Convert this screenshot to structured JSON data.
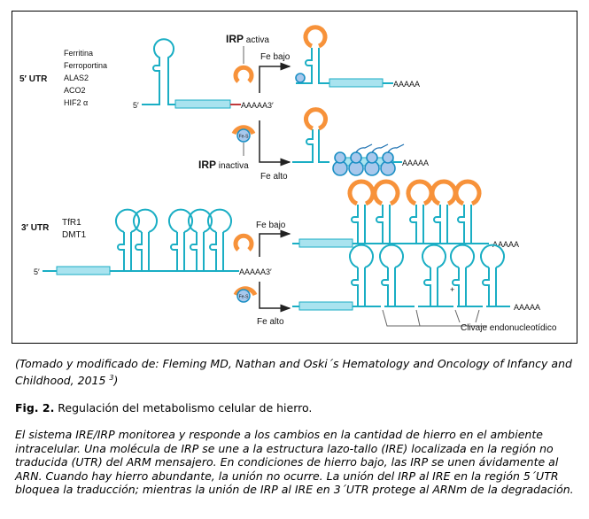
{
  "figure": {
    "five_utr": {
      "label": "5′ UTR",
      "genes": [
        "Ferritina",
        "Ferroportina",
        "ALAS2",
        "ACO2",
        "HIF2 α"
      ],
      "five_prime": "5′",
      "polyA_3": "AAAAA3′",
      "irp_active_bold": "IRP",
      "irp_active_rest": " activa",
      "irp_inactive_bold": "IRP",
      "irp_inactive_rest": " inactiva",
      "fe_low": "Fe bajo",
      "fe_high": "Fe alto",
      "fes": "Fe-S",
      "polyA_low": "AAAAA",
      "polyA_high": "AAAAA"
    },
    "three_utr": {
      "label": "3′ UTR",
      "genes": [
        "TfR1",
        "DMT1"
      ],
      "five_prime": "5′",
      "polyA_3": "AAAAA3′",
      "fe_low": "Fe bajo",
      "fe_high": "Fe alto",
      "fes": "Fe-S",
      "polyA_low": "AAAAA",
      "polyA_high": "AAAAA",
      "cleavage_label": "Clivaje endonucleotídico",
      "cleavage_mark": "+"
    },
    "colors": {
      "rna": "#1aaec4",
      "irp_loop": "#f7923a",
      "coding_region": "#a9e3ef",
      "ribosome": "#a8c8ec"
    }
  },
  "source": "(Tomado y modificado de: Fleming MD, Nathan and Oski´s Hematology and Oncology of Infancy and Childhood, 2015 ",
  "source_sup": "3",
  "source_end": ")",
  "figcap": {
    "number": "Fig. 2.",
    "text": " Regulación del metabolismo celular de hierro."
  },
  "description": "El sistema IRE/IRP monitorea y responde a los cambios en la cantidad de hierro en el ambiente intracelular. Una molécula de IRP se une a la estructura lazo-tallo (IRE) localizada en la región no traducida (UTR) del ARM mensajero. En condiciones de hierro bajo, las IRP se unen ávidamente al ARN. Cuando hay hierro abundante, la unión no ocurre. La unión del IRP al IRE en la región 5´UTR bloquea la traducción; mientras la unión de IRP al IRE en 3´UTR protege al ARNm de la degradación."
}
